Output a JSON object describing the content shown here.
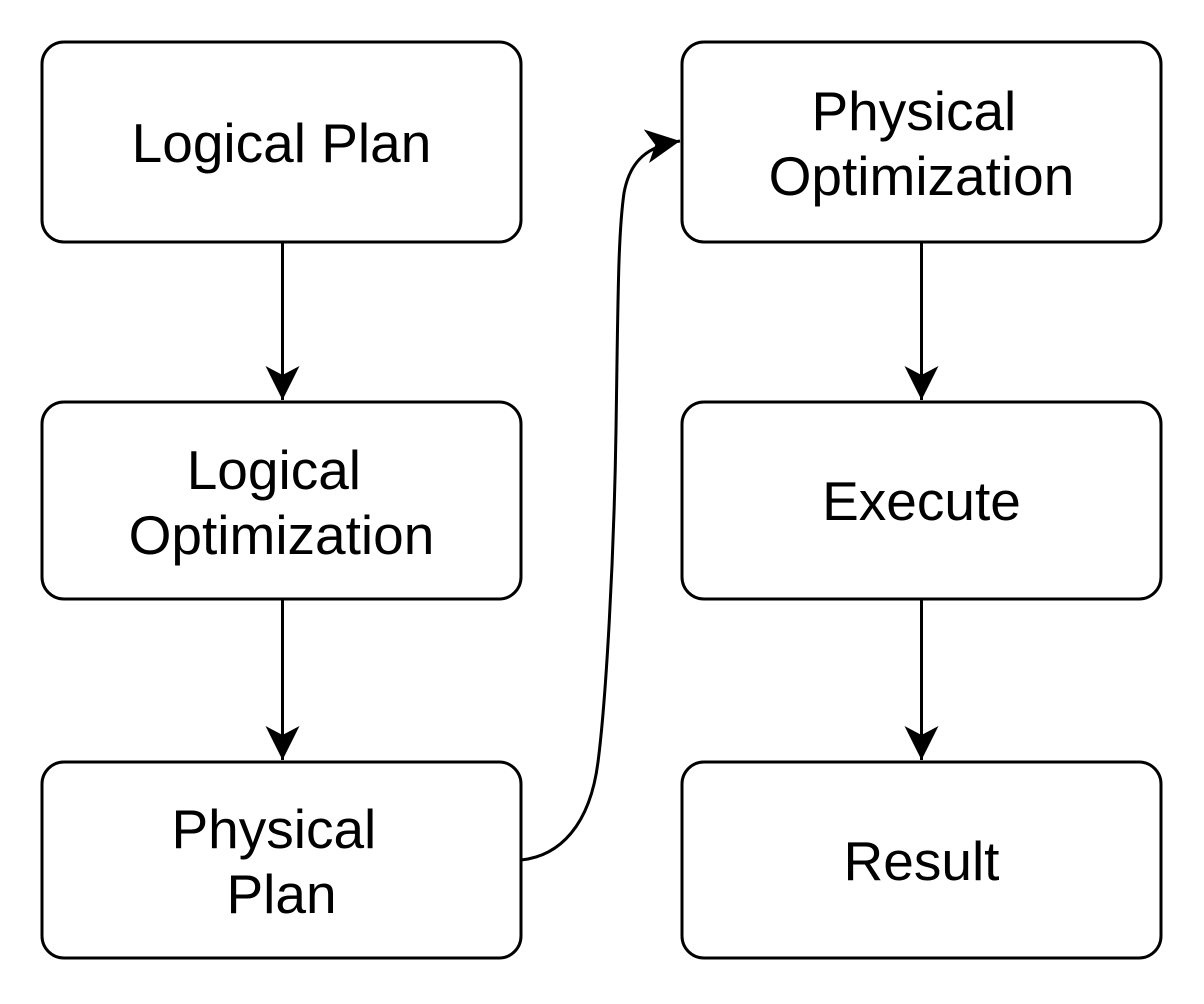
{
  "diagram": {
    "type": "flowchart",
    "background_color": "#ffffff",
    "node_fill_color": "#ffffff",
    "node_border_color": "#000000",
    "text_color": "#000000",
    "arrow_color": "#000000",
    "nodes": [
      {
        "id": "logical-plan",
        "label": "Logical Plan",
        "lines": [
          "Logical Plan"
        ]
      },
      {
        "id": "logical-optimization",
        "label": "Logical Optimization",
        "lines": [
          "Logical",
          "Optimization"
        ]
      },
      {
        "id": "physical-plan",
        "label": "Physical Plan",
        "lines": [
          "Physical",
          "Plan"
        ]
      },
      {
        "id": "physical-optimization",
        "label": "Physical Optimization",
        "lines": [
          "Physical",
          "Optimization"
        ]
      },
      {
        "id": "execute",
        "label": "Execute",
        "lines": [
          "Execute"
        ]
      },
      {
        "id": "result",
        "label": "Result",
        "lines": [
          "Result"
        ]
      }
    ],
    "edges": [
      {
        "from": "logical-plan",
        "to": "logical-optimization",
        "style": "straight-down"
      },
      {
        "from": "logical-optimization",
        "to": "physical-plan",
        "style": "straight-down"
      },
      {
        "from": "physical-plan",
        "to": "physical-optimization",
        "style": "curved-right-up"
      },
      {
        "from": "physical-optimization",
        "to": "execute",
        "style": "straight-down"
      },
      {
        "from": "execute",
        "to": "result",
        "style": "straight-down"
      }
    ]
  }
}
